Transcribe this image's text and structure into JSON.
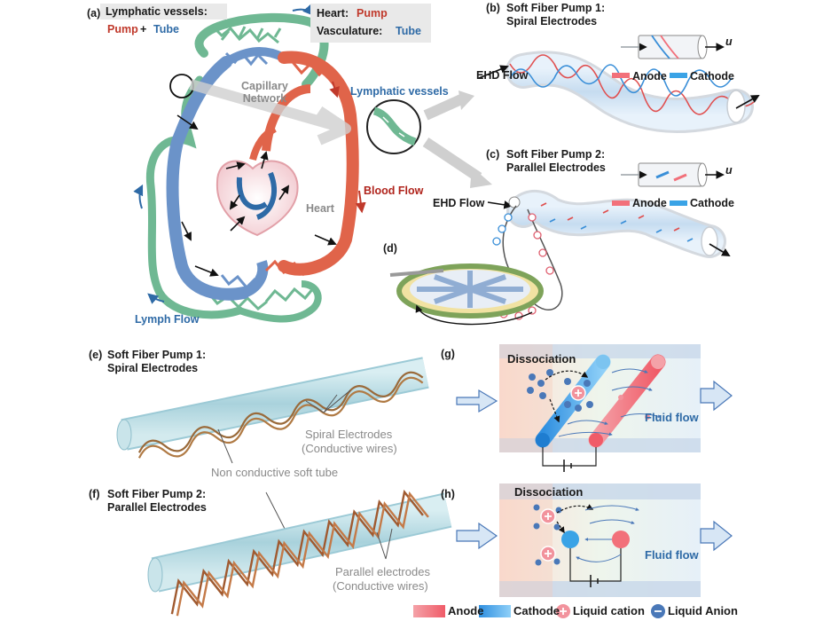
{
  "panel_a": {
    "tag": "(a)",
    "lymph_title": "Lymphatic vessels:",
    "lymph_pump": "Pump",
    "lymph_plus": " + ",
    "lymph_tube": "Tube",
    "heart_line_label": "Heart: ",
    "heart_line_value": "Pump",
    "vasc_line_label": "Vasculature: ",
    "vasc_line_value": "Tube",
    "capillary": "Capillary\nNetwork",
    "lymphatic_vessels": "Lymphatic vessels",
    "blood_flow": "Blood Flow",
    "heart": "Heart",
    "lymph_flow": "Lymph Flow"
  },
  "panel_b": {
    "tag": "(b)",
    "title_1": "Soft Fiber Pump 1:",
    "title_2": "Spiral Electrodes",
    "ehd": "EHD Flow",
    "anode": "Anode",
    "cathode": "Cathode",
    "u": "u"
  },
  "panel_c": {
    "tag": "(c)",
    "title_1": "Soft Fiber Pump 2:",
    "title_2": "Parallel Electrodes",
    "ehd": "EHD Flow",
    "anode": "Anode",
    "cathode": "Cathode",
    "u": "u"
  },
  "panel_d": {
    "tag": "(d)"
  },
  "panel_e": {
    "tag": "(e)",
    "title_1": "Soft Fiber Pump 1:",
    "title_2": "Spiral Electrodes",
    "spiral_1": "Spiral Electrodes",
    "spiral_2": "(Conductive wires)",
    "non_conductive": "Non conductive soft tube"
  },
  "panel_f": {
    "tag": "(f)",
    "title_1": "Soft Fiber Pump 2:",
    "title_2": "Parallel Electrodes",
    "parallel_1": "Parallel electrodes",
    "parallel_2": "(Conductive wires)"
  },
  "panel_g": {
    "tag": "(g)",
    "dissociation": "Dissociation",
    "fluid_flow": "Fluid flow"
  },
  "panel_h": {
    "tag": "(h)",
    "dissociation": "Dissociation",
    "fluid_flow": "Fluid flow"
  },
  "legend": {
    "anode": "Anode",
    "cathode": "Cathode",
    "cation": "Liquid cation",
    "anion": "Liquid Anion"
  },
  "colors": {
    "vein_blue": "#6b93c9",
    "artery_red": "#e0644a",
    "lymph_green": "#6fb893",
    "anode_red": "#f2707a",
    "cathode_blue": "#3aa3e6",
    "label_red": "#c0392b",
    "label_blue": "#2e6aa6"
  }
}
